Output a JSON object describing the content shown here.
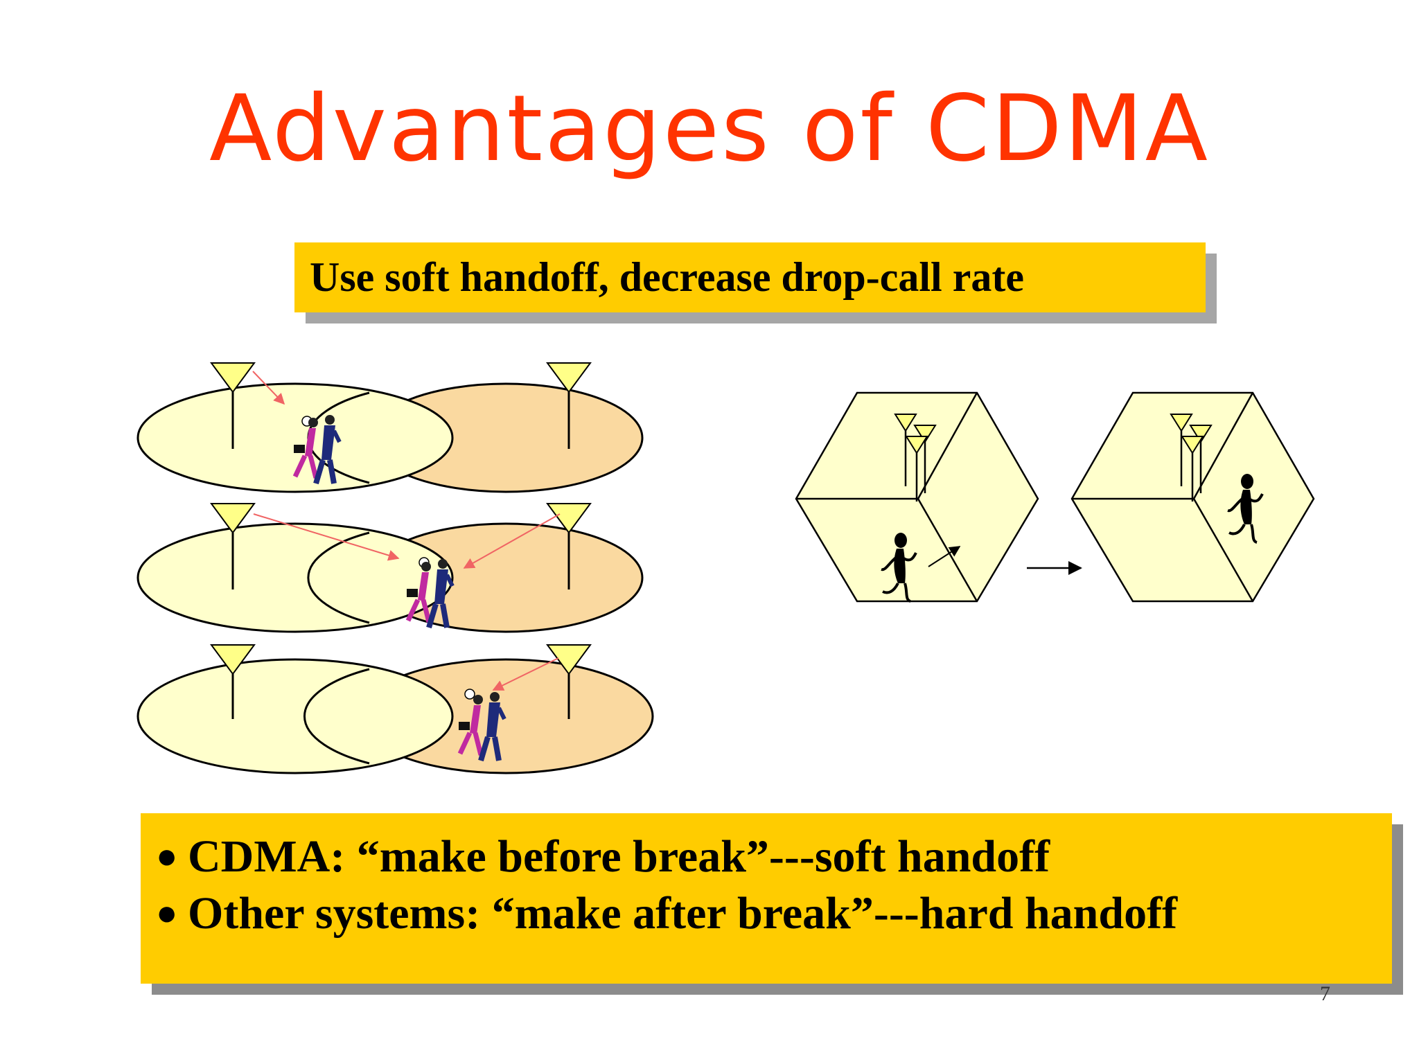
{
  "slide": {
    "title": "Advantages of CDMA",
    "callout": "Use soft handoff, decrease drop-call rate",
    "bullets": [
      "CDMA: “make before break”---soft handoff",
      "Other systems: “make after break”---hard handoff"
    ],
    "bullet_symbol": "●",
    "page_number": "7"
  },
  "colors": {
    "title": "#ff3300",
    "callout_fill": "#ffcc00",
    "cell_light": "#ffffcc",
    "cell_dark": "#fad9a0",
    "signal_arrow": "#f06464"
  },
  "icons": [
    "antenna-icon",
    "running-people-icon",
    "running-figure-icon",
    "clock-icon",
    "arrow-icon"
  ]
}
